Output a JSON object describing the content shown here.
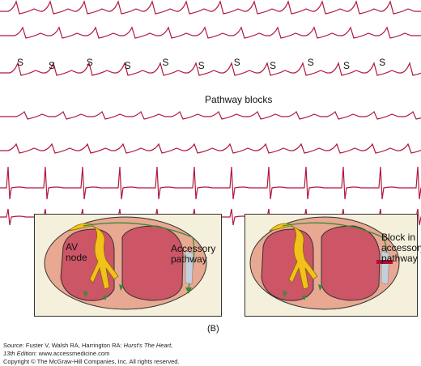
{
  "ecg": {
    "trace_color": "#b0173d",
    "s_marker": "S",
    "s_positions": [
      0.025,
      0.1,
      0.19,
      0.28,
      0.37,
      0.455,
      0.54,
      0.625,
      0.715,
      0.8,
      0.885
    ],
    "pathway_blocks_label": "Pathway blocks"
  },
  "panels": {
    "left": {
      "av_node_label": "AV\nnode",
      "accessory_label": "Accessory\npathway"
    },
    "right": {
      "block_label": "Block in\naccessory\npathway"
    },
    "caption": "(B)"
  },
  "colors": {
    "heart_outer": "#e8a892",
    "ventricle": "#cc5566",
    "node_yellow": "#f2c21b",
    "pathway_green": "#3a8a3a",
    "block_red": "#b01030",
    "panel_bg": "#f5f0dc"
  },
  "footer": {
    "line1_prefix": "Source: Fuster V, Walsh RA, Harrington RA: ",
    "line1_title": "Hurst's The Heart,",
    "line2_edition": "13th Edition",
    "line2_rest": ": www.accessmedicine.com",
    "line3": "Copyright © The McGraw-Hill Companies, Inc. All rights reserved."
  }
}
